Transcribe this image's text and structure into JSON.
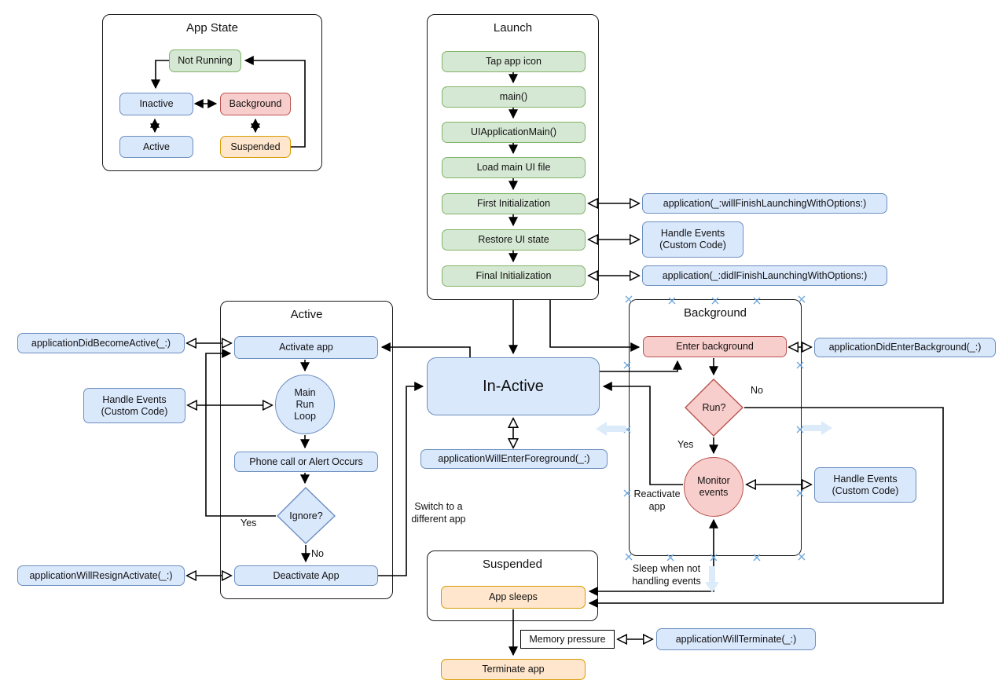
{
  "app_state": {
    "title": "App State",
    "not_running": "Not Running",
    "inactive": "Inactive",
    "background": "Background",
    "active": "Active",
    "suspended": "Suspended"
  },
  "launch": {
    "title": "Launch",
    "steps": {
      "tap": "Tap app icon",
      "main": "main()",
      "uiapp": "UIApplicationMain()",
      "load": "Load main UI file",
      "first": "First Initialization",
      "restore": "Restore UI state",
      "final": "Final Initialization"
    }
  },
  "active": {
    "title": "Active",
    "activate": "Activate app",
    "run_loop": "Main\nRun\nLoop",
    "phone": "Phone call or Alert Occurs",
    "ignore": "Ignore?",
    "deactivate": "Deactivate App",
    "yes": "Yes",
    "no": "No"
  },
  "in_active": {
    "label": "In-Active",
    "will_enter_foreground": "applicationWillEnterForeground(_:)",
    "switch_label": "Switch to a\ndifferent app"
  },
  "background": {
    "title": "Background",
    "enter": "Enter background",
    "run": "Run?",
    "monitor": "Monitor\nevents",
    "yes": "Yes",
    "no": "No",
    "reactivate": "Reactivate\napp",
    "sleep_label": "Sleep when not\nhandling events"
  },
  "suspended": {
    "title": "Suspended",
    "app_sleeps": "App sleeps",
    "memory_pressure": "Memory pressure",
    "terminate": "Terminate app"
  },
  "callouts": {
    "will_finish": "application(_:willFinishLaunchingWithOptions:)",
    "handle_events_launch": "Handle Events\n(Custom Code)",
    "did_finish": "application(_:didlFinishLaunchingWithOptions:)",
    "did_become_active": "applicationDidBecomeActive(_:)",
    "handle_events_active": "Handle Events\n(Custom Code)",
    "will_resign": "applicationWillResignActivate(_:)",
    "did_enter_background": "applicationDidEnterBackground(_:)",
    "handle_events_background": "Handle Events\n(Custom Code)",
    "will_terminate": "applicationWillTerminate(_:)"
  },
  "colors": {
    "green_fill": "#d5e8d4",
    "green_border": "#82b366",
    "blue_fill": "#dae8fc",
    "blue_border": "#6c8ebf",
    "red_fill": "#f8cecc",
    "red_border": "#b85450",
    "orange_fill": "#ffe6cc",
    "orange_border": "#d79b00",
    "selection_handle": "#6fa8dc",
    "hint_arrow": "#dcebfa"
  }
}
